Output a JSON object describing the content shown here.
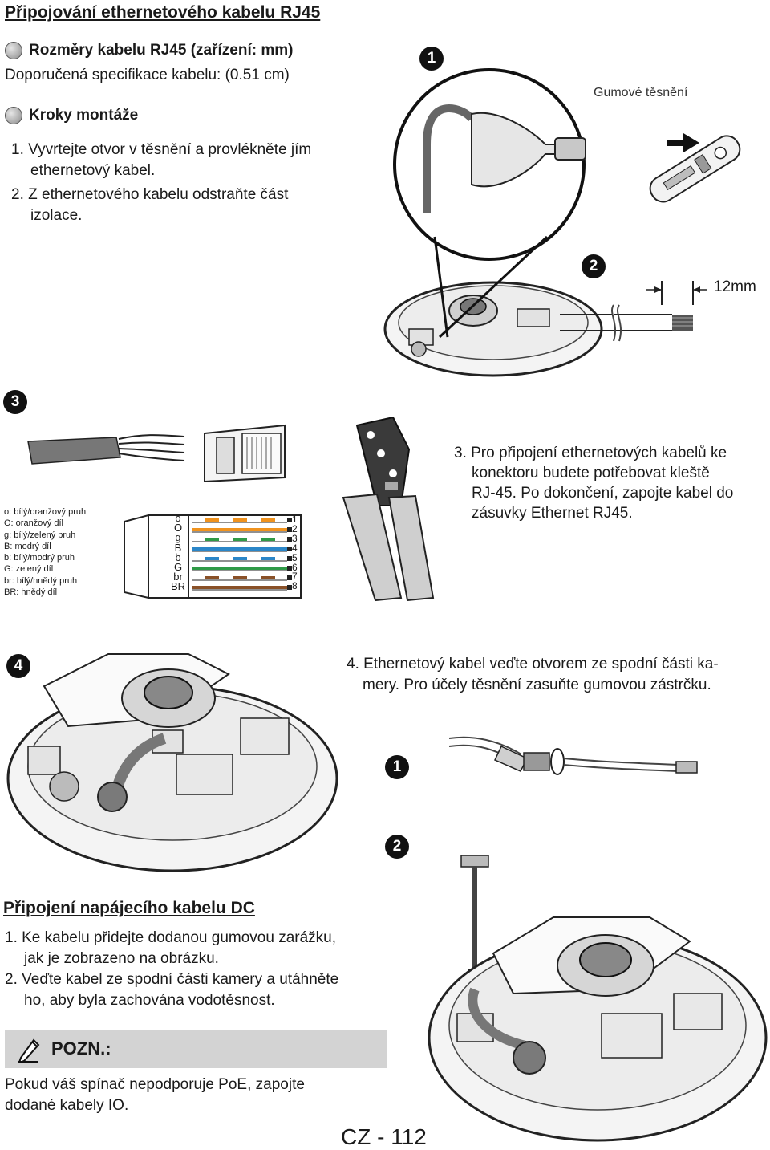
{
  "section_rj45": {
    "title": "Připojování ethernetového kabelu RJ45",
    "dimensions_heading": "Rozměry kabelu RJ45 (zařízení: mm)",
    "recommended_spec": "Doporučená specifikace kabelu: (0.51 cm)",
    "steps_heading": "Kroky montáže",
    "steps": [
      {
        "line1": "1. Vyvrtejte otvor v těsnění a provlékněte jím",
        "line2": "ethernetový kabel."
      },
      {
        "line1": "2. Z ethernetového kabelu odstraňte část",
        "line2": "izolace."
      }
    ]
  },
  "figure1": {
    "badge_1": "1",
    "badge_2": "2",
    "badge_3": "3",
    "rubber_seal_label": "Gumové těsnění",
    "strip_length": "12mm"
  },
  "step3": {
    "lines": [
      "3. Pro připojení ethernetových kabelů ke",
      "konektoru budete potřebovat kleště",
      "RJ-45. Po dokončení, zapojte kabel do",
      "zásuvky Ethernet RJ45."
    ]
  },
  "wire_legend": [
    "o: bílý/oranžový pruh",
    "O: oranžový díl",
    "g: bílý/zelený pruh",
    "B: modrý díl",
    "b: bílý/modrý pruh",
    "G: zelený díl",
    "br: bílý/hnědý pruh",
    "BR: hnědý díl"
  ],
  "connector": {
    "codes": [
      "o",
      "O",
      "g",
      "B",
      "b",
      "G",
      "br",
      "BR"
    ],
    "pins": [
      "1",
      "2",
      "3",
      "4",
      "5",
      "6",
      "7",
      "8"
    ],
    "wire_colors": [
      "#f0931e",
      "#f0931e",
      "#2f9a47",
      "#2b86c8",
      "#2b86c8",
      "#2f9a47",
      "#8a5128",
      "#8a5128"
    ]
  },
  "step4": {
    "badge_4": "4",
    "line1": "4. Ethernetový kabel veďte otvorem ze spodní části ka-",
    "line2": "mery. Pro účely těsnění zasuňte gumovou zástrčku.",
    "badge_1": "1",
    "badge_2": "2"
  },
  "section_dc": {
    "title": "Připojení napájecího kabelu DC",
    "steps": [
      {
        "line1": "1. Ke kabelu přidejte dodanou gumovou zarážku,",
        "line2": "jak je zobrazeno na obrázku."
      },
      {
        "line1": "2. Veďte kabel ze spodní části kamery a utáhněte",
        "line2": "ho, aby byla zachována vodotěsnost."
      }
    ]
  },
  "note": {
    "label": "POZN.:",
    "line1": "Pokud váš spínač nepodporuje PoE, zapojte",
    "line2": "dodané kabely IO."
  },
  "page_number": "CZ - 112",
  "icons": {
    "bullet": "sphere-bullet-icon",
    "note": "pencil-icon",
    "arrow": "right-arrow-icon"
  }
}
